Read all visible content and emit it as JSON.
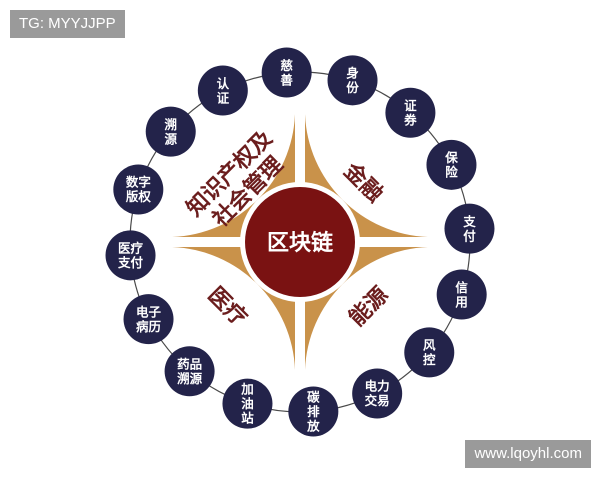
{
  "watermarks": {
    "top_left": "TG: MYYJJPP",
    "bottom_right": "www.lqoyhl.com"
  },
  "center": {
    "label": "区块链"
  },
  "quadrants": [
    {
      "id": "tl",
      "lines": [
        "知识产权及",
        "社会管理"
      ]
    },
    {
      "id": "tr",
      "lines": [
        "金融"
      ]
    },
    {
      "id": "bl",
      "lines": [
        "医疗"
      ]
    },
    {
      "id": "br",
      "lines": [
        "能源"
      ]
    }
  ],
  "nodes": [
    {
      "lines": [
        "身",
        "份"
      ]
    },
    {
      "lines": [
        "证",
        "券"
      ]
    },
    {
      "lines": [
        "保",
        "险"
      ]
    },
    {
      "lines": [
        "支",
        "付"
      ]
    },
    {
      "lines": [
        "信",
        "用"
      ]
    },
    {
      "lines": [
        "风",
        "控"
      ]
    },
    {
      "lines": [
        "电力",
        "交易"
      ]
    },
    {
      "lines": [
        "碳",
        "排",
        "放"
      ]
    },
    {
      "lines": [
        "加",
        "油",
        "站"
      ]
    },
    {
      "lines": [
        "药品",
        "溯源"
      ]
    },
    {
      "lines": [
        "电子",
        "病历"
      ]
    },
    {
      "lines": [
        "医疗",
        "支付"
      ]
    },
    {
      "lines": [
        "数字",
        "版权"
      ]
    },
    {
      "lines": [
        "溯",
        "源"
      ]
    },
    {
      "lines": [
        "认",
        "证"
      ]
    },
    {
      "lines": [
        "慈",
        "善"
      ]
    }
  ],
  "colors": {
    "node_fill": "#23234a",
    "quadrant_fill": "#c9924a",
    "center_fill": "#7a1212",
    "ring_stroke": "#4a4a4a",
    "quad_text": "#6b1d1d"
  }
}
